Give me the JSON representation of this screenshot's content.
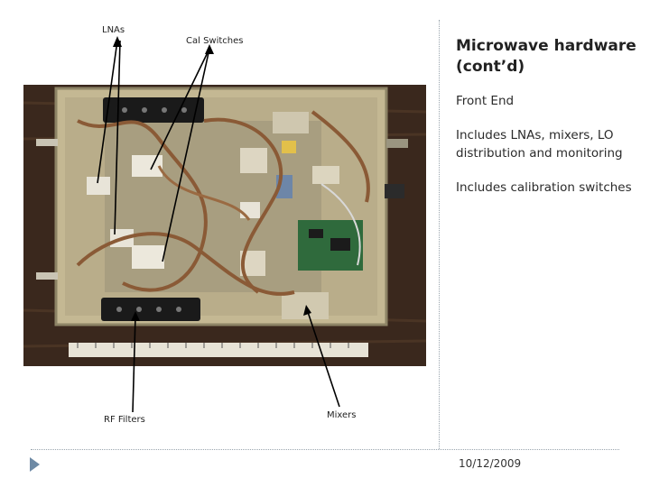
{
  "slide": {
    "title": "Microwave hardware (cont’d)",
    "bullets": [
      "Front End",
      "Includes LNAs, mixers, LO distribution and monitoring",
      "Includes calibration switches"
    ],
    "date": "10/12/2009"
  },
  "photo": {
    "callouts": {
      "lnas": "LNAs",
      "cal_switches": "Cal Switches",
      "rf_filters": "RF Filters",
      "mixers": "Mixers"
    }
  },
  "colors": {
    "accent": "#6e8aa5",
    "separator": "#9aa5ae",
    "wood": "#3a281d",
    "chassis": "#b3a88a"
  },
  "icons": [
    "nav-arrow-icon"
  ]
}
